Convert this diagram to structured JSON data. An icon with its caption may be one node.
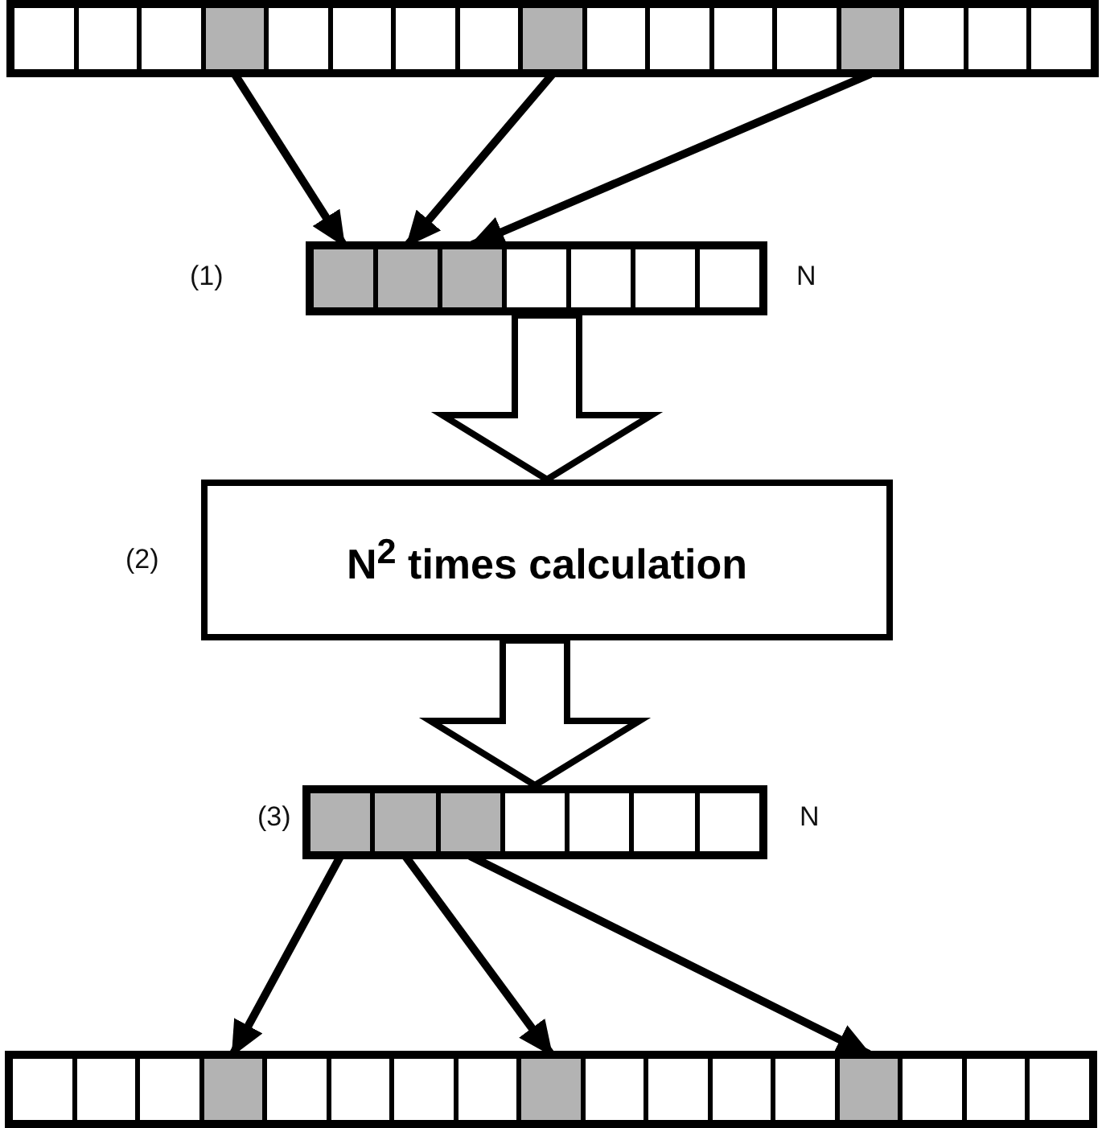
{
  "diagram": {
    "nodes": [
      {
        "text": [],
        "shape": "bar"
      },
      {
        "text": [],
        "shape": "box",
        "in": 0
      },
      {
        "text": [],
        "shape": "box",
        "in": 0
      },
      {
        "text": [],
        "shape": "box",
        "in": 0
      },
      {
        "text": [],
        "shape": "bar",
        "beside": [
          "N"
        ]
      },
      {
        "text": [],
        "shape": "box",
        "in": 4
      },
      {
        "text": [],
        "shape": "box",
        "in": 4
      },
      {
        "text": [],
        "shape": "box",
        "in": 4
      },
      {
        "text": [
          "N$^{2}$ times calculation"
        ],
        "beside": [
          "(2)"
        ]
      },
      {
        "text": [],
        "shape": "bar",
        "beside": [
          "N"
        ]
      },
      {
        "text": [],
        "shape": "box",
        "in": 9
      },
      {
        "text": [],
        "shape": "box",
        "in": 9
      },
      {
        "text": [],
        "shape": "box",
        "in": 9
      },
      {
        "text": [],
        "shape": "bar"
      },
      {
        "text": [],
        "shape": "box",
        "in": 13
      },
      {
        "text": [],
        "shape": "box",
        "in": 13
      },
      {
        "text": [],
        "shape": "box",
        "in": 13
      }
    ],
    "edges": [
      {
        "from": 1,
        "to": 5,
        "arrow": "to"
      },
      {
        "from": 2,
        "to": 6,
        "arrow": "to"
      },
      {
        "from": 3,
        "to": 7,
        "arrow": "to"
      },
      {
        "from": 4,
        "to": 8,
        "arrow": "to",
        "style": "thick"
      },
      {
        "from": 8,
        "to": 9,
        "arrow": "to",
        "style": "thick"
      },
      {
        "from": 10,
        "to": 14,
        "arrow": "to"
      },
      {
        "from": 11,
        "to": 15,
        "arrow": "to"
      },
      {
        "from": 12,
        "to": 16,
        "arrow": "to"
      }
    ],
    "labels": [
      "(1)",
      "(3)"
    ]
  }
}
